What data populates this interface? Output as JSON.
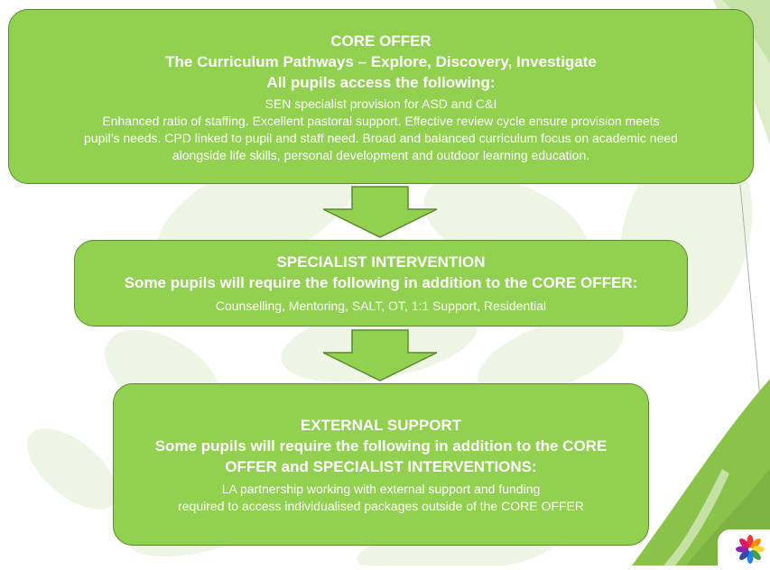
{
  "colors": {
    "box_fill": "#92d050",
    "box_border": "#5b8a2c",
    "text": "#ffffff",
    "background_leaf": "#eef4e2",
    "corner_green": "#8bc34a"
  },
  "core_offer": {
    "title_lines": [
      "CORE OFFER",
      "The Curriculum Pathways – Explore, Discovery, Investigate",
      "All pupils access the following:"
    ],
    "body_lines": [
      "SEN specialist provision for ASD and C&I",
      "Enhanced ratio of staffing.  Excellent pastoral support.  Effective review cycle ensure provision meets",
      "pupil’s needs. CPD linked to pupil and staff need.  Broad and balanced curriculum focus on academic need",
      "alongside life skills, personal development and outdoor learning education."
    ]
  },
  "specialist_intervention": {
    "title_lines": [
      "SPECIALIST INTERVENTION",
      "Some pupils will require the following in addition to the CORE OFFER:"
    ],
    "body_lines": [
      "Counselling, Mentoring, SALT, OT, 1:1 Support, Residential"
    ]
  },
  "external_support": {
    "title_lines": [
      "EXTERNAL SUPPORT",
      "Some pupils will require the following in addition to the CORE",
      "OFFER and SPECIALIST INTERVENTIONS:"
    ],
    "body_lines": [
      "LA partnership working with external support and funding",
      "required to access individualised packages outside of the CORE OFFER"
    ]
  },
  "icons": {
    "arrows": "down-arrow-icon",
    "logo": "flower-logo-icon"
  }
}
